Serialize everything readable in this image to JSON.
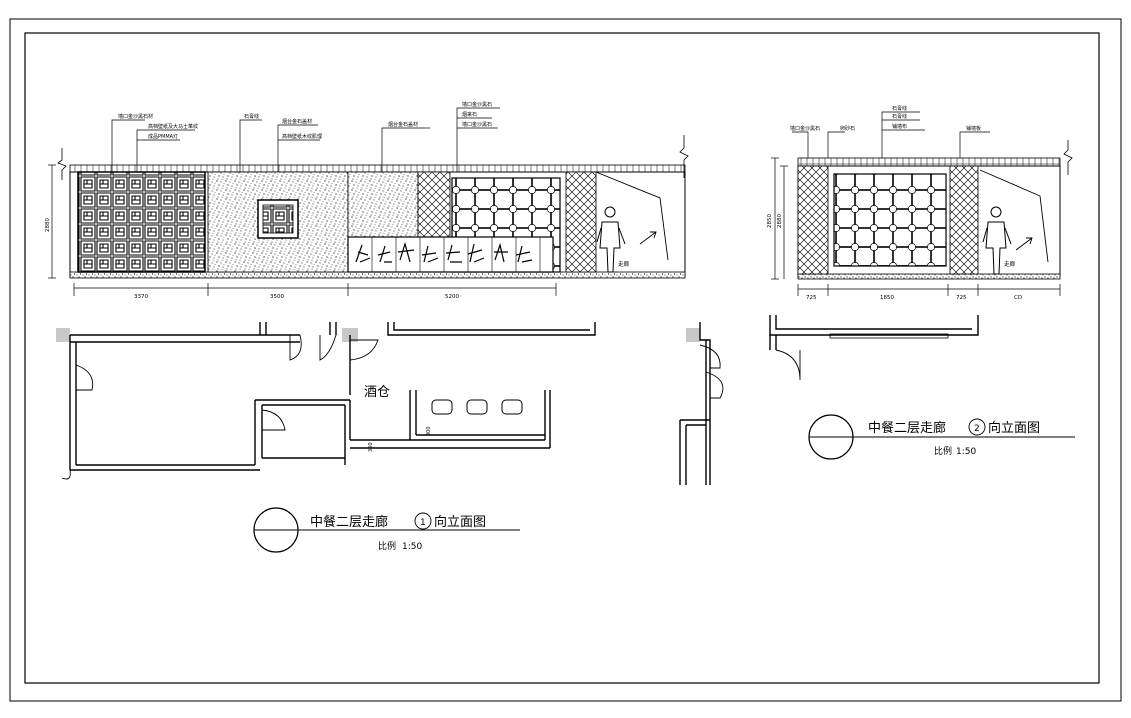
{
  "drawing": {
    "elevation1": {
      "title_prefix": "中餐二层走廊",
      "marker_number": "1",
      "title_suffix": "向立面图",
      "scale_label": "比例",
      "scale_value": "1:50",
      "height_dimension": "2880",
      "dimensions": [
        "3370",
        "3500",
        "5200"
      ],
      "callouts": [
        "墙口金沙黑石材",
        "高档壁纸及大马士革纹",
        "成品PMMA灯",
        "石膏线",
        "烟台金石盖材",
        "高档壁纸木纹肌理",
        "烟台金石盖材",
        "墙口金沙黑石",
        "烟来石",
        "墙口金沙黑石"
      ],
      "figure_label": "走廊"
    },
    "elevation2": {
      "title_prefix": "中餐二层走廊",
      "marker_number": "2",
      "title_suffix": "向立面图",
      "scale_label": "比例",
      "scale_value": "1:50",
      "height_dimension": "2880",
      "height_dimension_2": "2850",
      "dimensions": [
        "725",
        "1850",
        "725",
        "CD"
      ],
      "callouts": [
        "墙口金沙黑石",
        "卵砂石",
        "石膏线",
        "石膏线",
        "铺墙布",
        "铺墙板"
      ],
      "figure_label": "走廊"
    },
    "plan": {
      "room_label": "酒仓",
      "small_dims": [
        "300",
        "300"
      ]
    }
  }
}
